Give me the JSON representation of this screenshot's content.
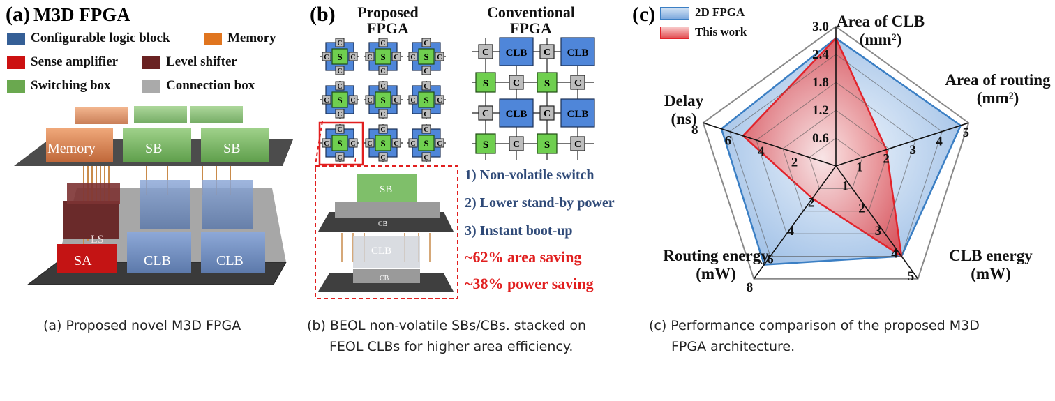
{
  "panel_a": {
    "label": "(a)",
    "title": "M3D FPGA",
    "legend": [
      {
        "text": "Configurable logic block",
        "color": "#355f96"
      },
      {
        "text": "Memory",
        "color": "#e0751f"
      },
      {
        "text": "Sense amplifier",
        "color": "#cc1111"
      },
      {
        "text": "Level shifter",
        "color": "#6a2222"
      },
      {
        "text": "Switching box",
        "color": "#6aa84f"
      },
      {
        "text": "Connection box",
        "color": "#aaaaaa"
      }
    ],
    "blocks": {
      "memory": "Memory",
      "sb1": "SB",
      "sb2": "SB",
      "ls": "LS",
      "sa": "SA",
      "clb1": "CLB",
      "clb2": "CLB"
    },
    "caption": "(a) Proposed novel M3D FPGA"
  },
  "panel_b": {
    "label": "(b)",
    "proposed_title": [
      "Proposed",
      "FPGA"
    ],
    "conventional_title": [
      "Conventional",
      "FPGA"
    ],
    "s_label": "S",
    "c_label": "C",
    "clb_label": "CLB",
    "stack": {
      "sb": "SB",
      "cb_top": "CB",
      "clb": "CLB",
      "cb_bottom": "CB"
    },
    "features": [
      "1)  Non-volatile switch",
      "2)  Lower stand-by power",
      "3)  Instant boot-up"
    ],
    "savings": [
      "~62% area saving",
      "~38% power saving"
    ],
    "caption": [
      "(b) BEOL non-volatile SBs/CBs. stacked on",
      "FEOL CLBs for higher area efficiency."
    ]
  },
  "panel_c": {
    "label": "(c)",
    "caption": [
      "(c) Performance comparison of the proposed M3D",
      "FPGA architecture."
    ],
    "chart_data": {
      "type": "radar",
      "axes": [
        {
          "label": [
            "Area of CLB",
            "(mm²)"
          ],
          "max": 3.0,
          "ticks": [
            "0.6",
            "1.2",
            "1.8",
            "2.4",
            "3.0"
          ]
        },
        {
          "label": [
            "Area of routing",
            "(mm²)"
          ],
          "max": 5,
          "ticks": [
            "1",
            "2",
            "3",
            "4",
            "5"
          ]
        },
        {
          "label": [
            "CLB energy",
            "(mW)"
          ],
          "max": 5,
          "ticks": [
            "1",
            "2",
            "3",
            "4",
            "5"
          ]
        },
        {
          "label": [
            "Routing energy",
            "(mW)"
          ],
          "max": 8,
          "ticks": [
            "2",
            "4",
            "6",
            "8"
          ]
        },
        {
          "label": [
            "Delay",
            "(ns)"
          ],
          "max": 8,
          "ticks": [
            "2",
            "4",
            "6",
            "8"
          ]
        }
      ],
      "series": [
        {
          "name": "2D FPGA",
          "values": [
            2.75,
            4.7,
            4.0,
            7.0,
            6.9
          ],
          "color": "#3b7fc4"
        },
        {
          "name": "This work",
          "values": [
            2.75,
            1.9,
            4.0,
            2.3,
            5.6
          ],
          "color": "#e2242c"
        }
      ]
    }
  }
}
